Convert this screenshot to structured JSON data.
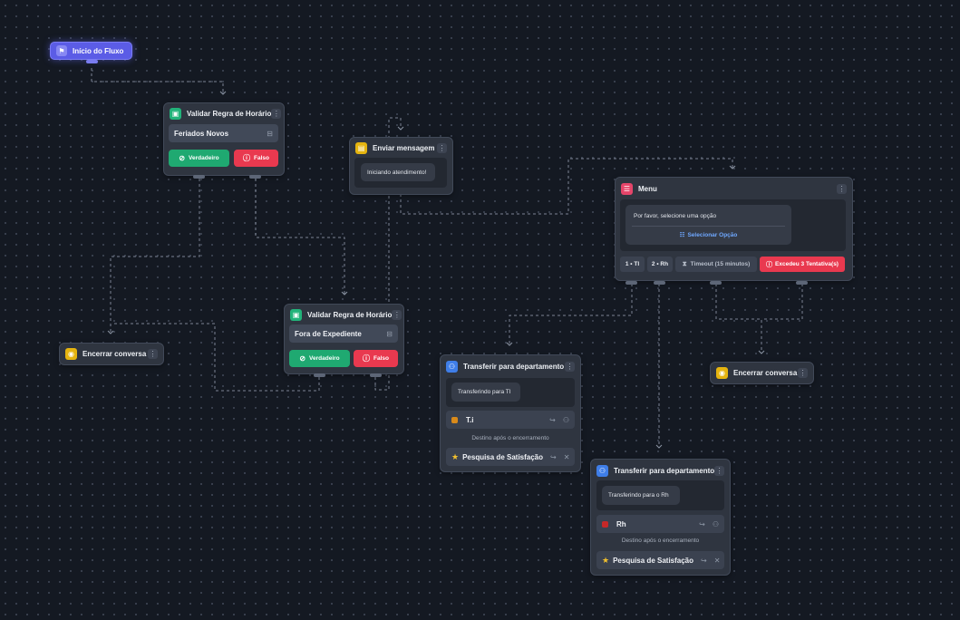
{
  "colors": {
    "canvas": "#141922",
    "node": "#2f3540",
    "true_green": "#1fa971",
    "false_red": "#e9394f",
    "start_purple": "#6366f1",
    "link_blue": "#6fa8ff"
  },
  "start": {
    "label": "Início do Fluxo",
    "icon": "flag-icon"
  },
  "validate1": {
    "title": "Validar Regra de Horário",
    "rule": "Feriados Novos",
    "true_label": "Verdadeiro",
    "false_label": "Falso"
  },
  "send_message": {
    "title": "Enviar mensagem",
    "message": "Iniciando atendimento!"
  },
  "menu": {
    "title": "Menu",
    "prompt": "Por favor, selecione uma opção",
    "select_label": "Selecionar Opção",
    "options": [
      "1 • TI",
      "2 • Rh"
    ],
    "timeout_label": "Timeout (15 minutos)",
    "exceeded_label": "Excedeu 3 Tentativa(s)"
  },
  "validate2": {
    "title": "Validar Regra de Horário",
    "rule": "Fora de Expediente",
    "true_label": "Verdadeiro",
    "false_label": "Falso"
  },
  "end1": {
    "title": "Encerrar conversa"
  },
  "end2": {
    "title": "Encerrar conversa"
  },
  "transfer1": {
    "title": "Transferir para departamento",
    "message": "Transferindo para TI",
    "department": "T.i",
    "dept_color": "#d98a1a",
    "after_label": "Destino após o encerramento",
    "survey": "Pesquisa de Satisfação"
  },
  "transfer2": {
    "title": "Transferir para departamento",
    "message": "Transferindo para o Rh",
    "department": "Rh",
    "dept_color": "#c62828",
    "after_label": "Destino após o encerramento",
    "survey": "Pesquisa de Satisfação"
  }
}
